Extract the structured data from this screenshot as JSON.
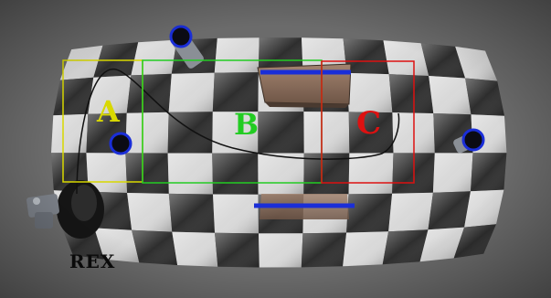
{
  "zones": [
    {
      "label": "A",
      "color": "#d8d800"
    },
    {
      "label": "B",
      "color": "#22cc22"
    },
    {
      "label": "C",
      "color": "#dd1111"
    }
  ],
  "robot": {
    "label": "REX"
  },
  "colors": {
    "marker": "#1a2ed8",
    "path": "#111111",
    "floor_light": "#d9d9d9",
    "floor_dark": "#2e2e2e"
  }
}
